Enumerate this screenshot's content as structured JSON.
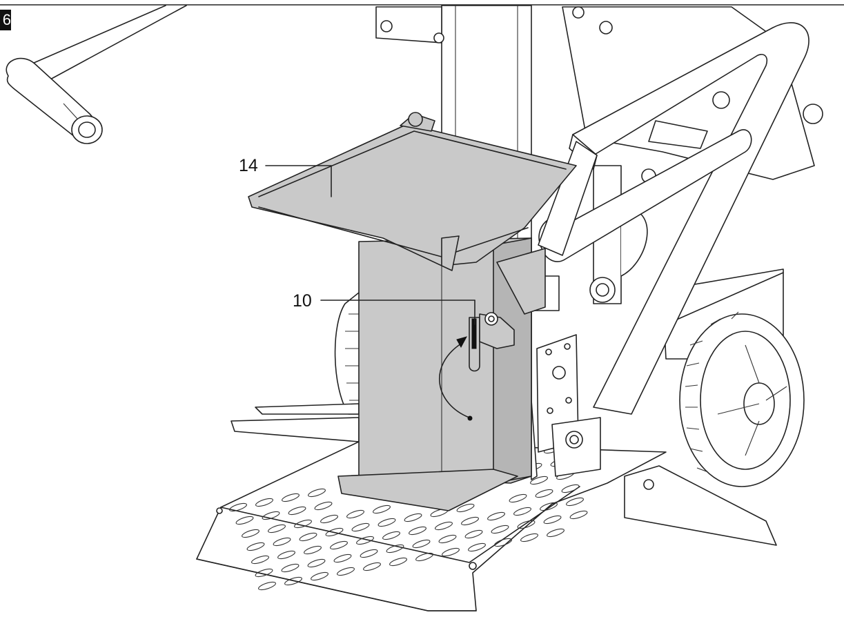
{
  "figure": {
    "number": "6",
    "callouts": [
      {
        "id": "14",
        "label": "14"
      },
      {
        "id": "10",
        "label": "10"
      }
    ]
  },
  "colors": {
    "line": "#222222",
    "part_highlight": "#c9c9c9",
    "badge": "#111111"
  }
}
